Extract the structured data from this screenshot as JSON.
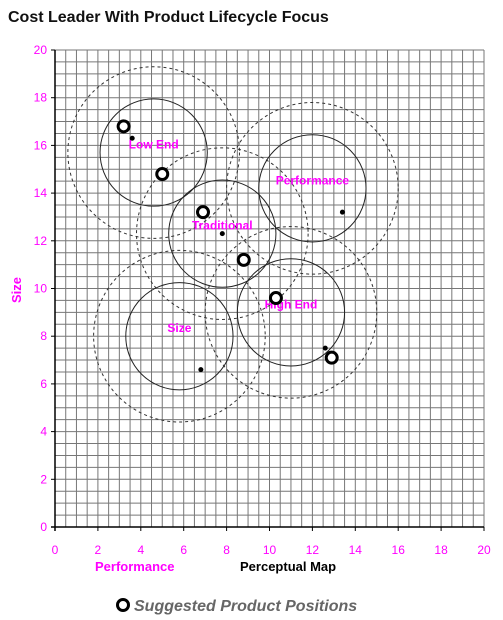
{
  "chart_data": {
    "type": "scatter",
    "title": "Cost Leader With Product Lifecycle Focus",
    "xlabel_left": "Performance",
    "xlabel_center": "Perceptual Map",
    "ylabel": "Size",
    "xlim": [
      0,
      20
    ],
    "ylim": [
      0,
      20
    ],
    "x_ticks": [
      "0",
      "2",
      "4",
      "6",
      "8",
      "10",
      "12",
      "14",
      "16",
      "18",
      "20"
    ],
    "y_ticks": [
      "0",
      "2",
      "4",
      "6",
      "8",
      "10",
      "12",
      "14",
      "16",
      "18",
      "20"
    ],
    "grid": true,
    "segments": [
      {
        "name": "Low End",
        "center": [
          4.6,
          15.7
        ],
        "inner_radius": 2.5,
        "outer_radius": 4.0
      },
      {
        "name": "Traditional",
        "center": [
          7.8,
          12.3
        ],
        "inner_radius": 2.5,
        "outer_radius": 4.0
      },
      {
        "name": "Performance",
        "center": [
          12.0,
          14.2
        ],
        "inner_radius": 2.5,
        "outer_radius": 4.0
      },
      {
        "name": "High End",
        "center": [
          11.0,
          9.0
        ],
        "inner_radius": 2.5,
        "outer_radius": 4.0
      },
      {
        "name": "Size",
        "center": [
          5.8,
          8.0
        ],
        "inner_radius": 2.5,
        "outer_radius": 4.0
      }
    ],
    "product_points": [
      {
        "x": 3.6,
        "y": 16.3
      },
      {
        "x": 7.8,
        "y": 12.3
      },
      {
        "x": 13.4,
        "y": 13.2
      },
      {
        "x": 12.6,
        "y": 7.5
      },
      {
        "x": 6.8,
        "y": 6.6
      }
    ],
    "suggested_positions": [
      {
        "x": 3.2,
        "y": 16.8
      },
      {
        "x": 5.0,
        "y": 14.8
      },
      {
        "x": 6.9,
        "y": 13.2
      },
      {
        "x": 8.8,
        "y": 11.2
      },
      {
        "x": 10.3,
        "y": 9.6
      },
      {
        "x": 12.9,
        "y": 7.1
      }
    ],
    "legend": {
      "label": "Suggested Product Positions",
      "placement": "bottom-center"
    },
    "colors": {
      "accent": "#ff00ff",
      "grid": "#777777",
      "marker": "#000000",
      "legend_text": "#666666"
    }
  }
}
